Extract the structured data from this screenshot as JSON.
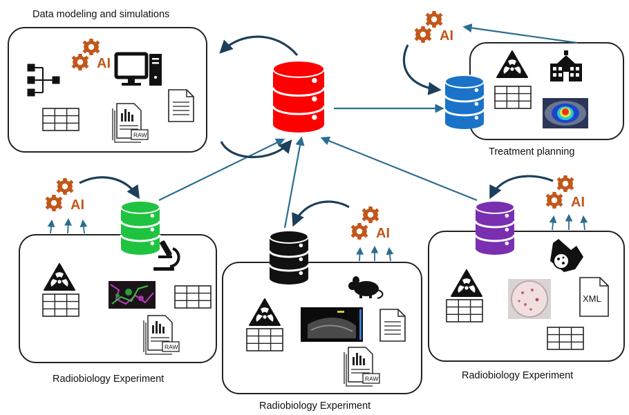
{
  "labels": {
    "modeling": "Data modeling and simulations",
    "treatment": "Treatment planning",
    "exp_left": "Radiobiology Experiment",
    "exp_mid": "Radiobiology Experiment",
    "exp_right": "Radiobiology Experiment"
  },
  "ai_text": "AI",
  "raw_text": "RAW",
  "xml_text": "XML",
  "colors": {
    "central_db": "#ff0000",
    "treatment_db": "#1a73c8",
    "left_db": "#1fc33f",
    "middle_db": "#111111",
    "right_db": "#7a2fb0",
    "arrow": "#2a6d8f",
    "gear": "#c2571a"
  },
  "icons": [
    "database-icon",
    "gear-icon",
    "computer-icon",
    "tree-diagram-icon",
    "table-icon",
    "document-icon",
    "raw-data-icon",
    "radiation-icon",
    "hospital-icon",
    "microscope-icon",
    "mouse-icon",
    "glove-cells-icon",
    "xml-file-icon"
  ]
}
